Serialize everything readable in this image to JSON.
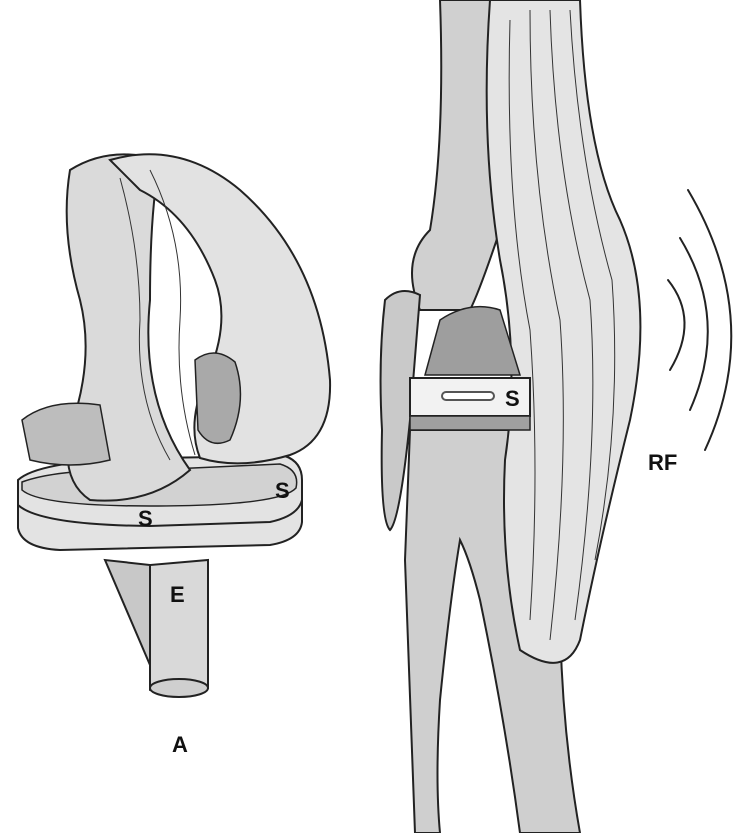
{
  "labels": {
    "spacer_left_top": "S",
    "spacer_left_front": "S",
    "stem": "E",
    "tip": "A",
    "spacer_right": "S",
    "radio": "RF"
  },
  "colors": {
    "implant_fill": "#d9d9d9",
    "bone_fill": "#cfcfcf",
    "shade": "#a9a9a9",
    "muscle_fill": "#e4e4e4",
    "ink": "#222222"
  },
  "icons": {
    "rf_waves": "radio-wave-arcs-icon",
    "sensor_chip": "sensor-chip-icon"
  }
}
